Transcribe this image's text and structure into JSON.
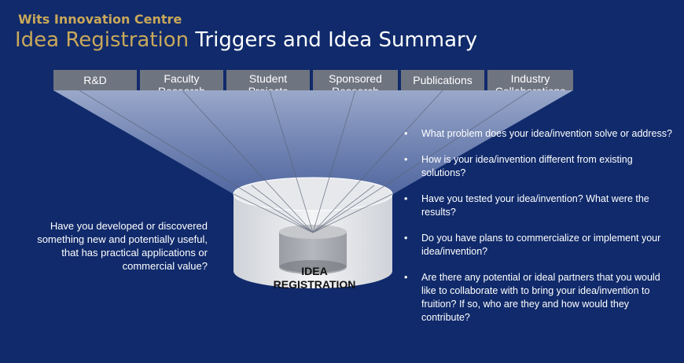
{
  "header": {
    "brand": "Wits Innovation Centre",
    "title_highlight": "Idea Registration",
    "title_rest": " Triggers and Idea Summary"
  },
  "triggers": [
    "R&D",
    "Faculty\nResearch",
    "Student\nProjects",
    "Sponsored\nResearch",
    "Publications",
    "Industry\nCollaborations"
  ],
  "left_question": "Have you developed or discovered something new and potentially useful, that has practical applications or commercial value?",
  "center_label": "IDEA\nREGISTRATION",
  "questions": [
    "What problem does your idea/invention solve or address?",
    "How is your idea/invention different from existing solutions?",
    "Have you tested your idea/invention? What were the results?",
    "Do you have plans to commercialize or implement your idea/invention?",
    "Are there any potential or ideal partners that you would like to collaborate with to bring your idea/invention to fruition? If so, who are they and how would they contribute?"
  ],
  "colors": {
    "background": "#102a6b",
    "accent": "#c9a85a",
    "trigger_box": "#6e7480"
  }
}
